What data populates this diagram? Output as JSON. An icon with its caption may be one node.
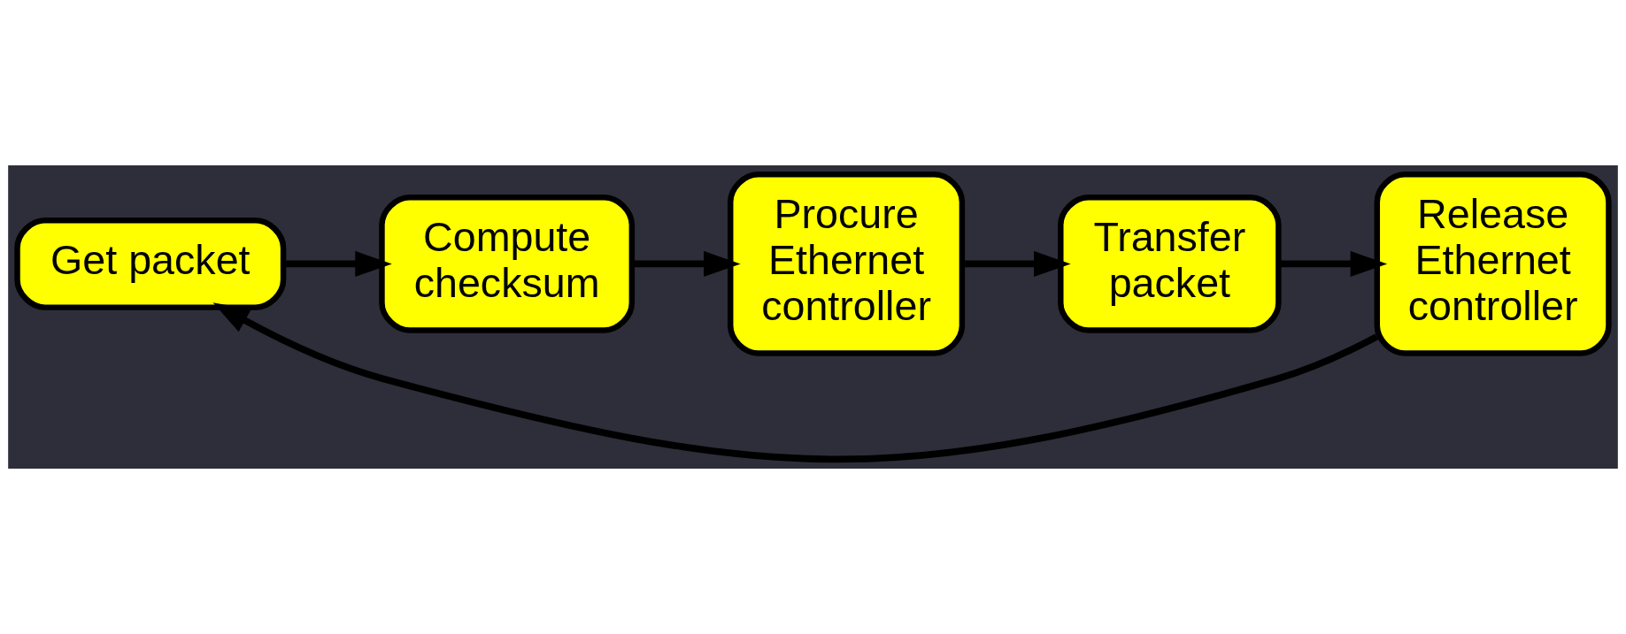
{
  "diagram": {
    "nodes": [
      {
        "text": [
          "Get packet"
        ]
      },
      {
        "text": [
          "Compute checksum"
        ]
      },
      {
        "text": [
          "Procure Ethernet controller"
        ]
      },
      {
        "text": [
          "Transfer packet"
        ]
      },
      {
        "text": [
          "Release Ethernet controller"
        ]
      }
    ],
    "edges": [
      {
        "from": 0,
        "to": 1,
        "arrow": "to"
      },
      {
        "from": 1,
        "to": 2,
        "arrow": "to"
      },
      {
        "from": 2,
        "to": 3,
        "arrow": "to"
      },
      {
        "from": 3,
        "to": 4,
        "arrow": "to"
      },
      {
        "from": 4,
        "to": 0,
        "arrow": "to"
      }
    ]
  }
}
